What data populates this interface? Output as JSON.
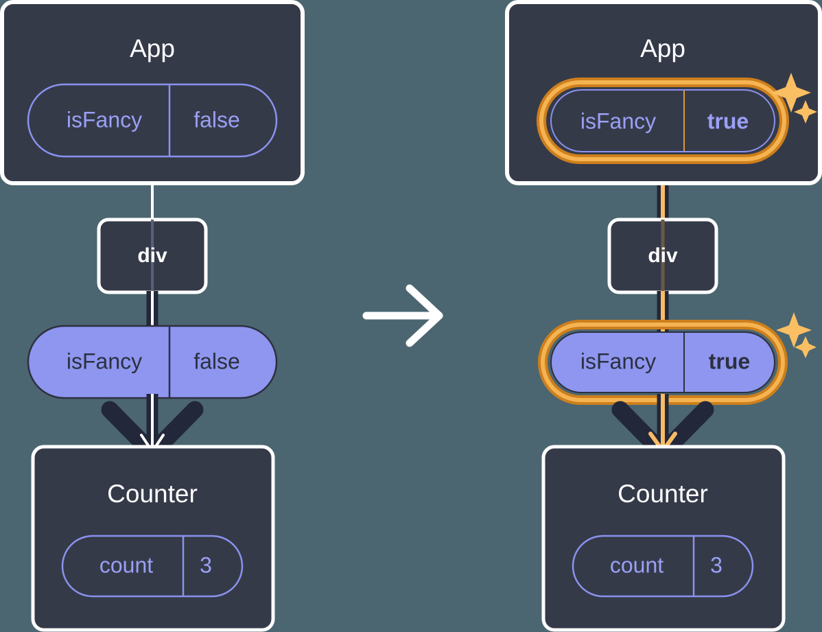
{
  "diagram": {
    "title": "React state update propagation diagram",
    "transition_arrow_icon": "arrow-right-icon",
    "colors": {
      "background": "#4b6671",
      "panel_fill": "#353a49",
      "panel_stroke": "#ffffff",
      "pill_purple_fill": "#8e96f0",
      "pill_purple_stroke": "#2c3040",
      "pill_outline_stroke": "#8a92ee",
      "pill_outline_text": "#9aa0f5",
      "highlight_outer": "#cd7f1c",
      "highlight_inner": "#f5b352",
      "edge_dark": "#23273a",
      "edge_light": "#ffffff",
      "edge_highlight": "#f9bc66",
      "sparkle": "#fbbf63"
    }
  },
  "panels": [
    {
      "id": "before",
      "side": "left",
      "highlighted": false,
      "app": {
        "title": "App",
        "prop": {
          "name": "isFancy",
          "value": "false",
          "style": "outline",
          "highlighted": false
        }
      },
      "div": {
        "title": "div"
      },
      "prop_pill": {
        "name": "isFancy",
        "value": "false",
        "style": "solid",
        "highlighted": false
      },
      "counter": {
        "title": "Counter",
        "state": {
          "name": "count",
          "value": "3",
          "style": "outline",
          "highlighted": false
        }
      }
    },
    {
      "id": "after",
      "side": "right",
      "highlighted": true,
      "app": {
        "title": "App",
        "prop": {
          "name": "isFancy",
          "value": "true",
          "style": "outline",
          "highlighted": true
        }
      },
      "div": {
        "title": "div"
      },
      "prop_pill": {
        "name": "isFancy",
        "value": "true",
        "style": "solid",
        "highlighted": true
      },
      "counter": {
        "title": "Counter",
        "state": {
          "name": "count",
          "value": "3",
          "style": "outline",
          "highlighted": false
        }
      }
    }
  ]
}
